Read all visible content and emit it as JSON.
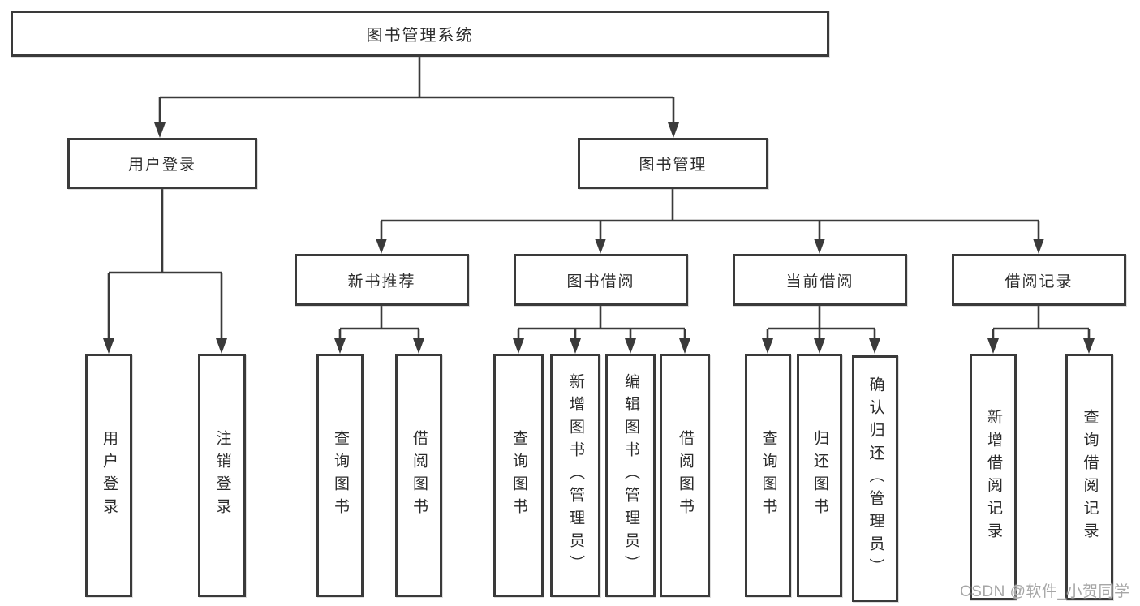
{
  "diagram": {
    "root": {
      "label": "图书管理系统"
    },
    "branches": [
      {
        "label": "用户登录",
        "children": [
          "用户登录",
          "注销登录"
        ]
      },
      {
        "label": "图书管理",
        "groups": [
          {
            "label": "新书推荐",
            "children": [
              "查询图书",
              "借阅图书"
            ]
          },
          {
            "label": "图书借阅",
            "children": [
              "查询图书",
              "新增图书（管理员）",
              "编辑图书（管理员）",
              "借阅图书"
            ]
          },
          {
            "label": "当前借阅",
            "children": [
              "查询图书",
              "归还图书",
              "确认归还（管理员）"
            ]
          },
          {
            "label": "借阅记录",
            "children": [
              "新增借阅记录",
              "查询借阅记录"
            ]
          }
        ]
      }
    ]
  },
  "colors": {
    "line": "#3a3a3a",
    "text": "#2b2b2b",
    "background": "#ffffff",
    "watermark": "#a6a6a6"
  },
  "watermark": {
    "text": "CSDN @软件_小贺同学"
  }
}
